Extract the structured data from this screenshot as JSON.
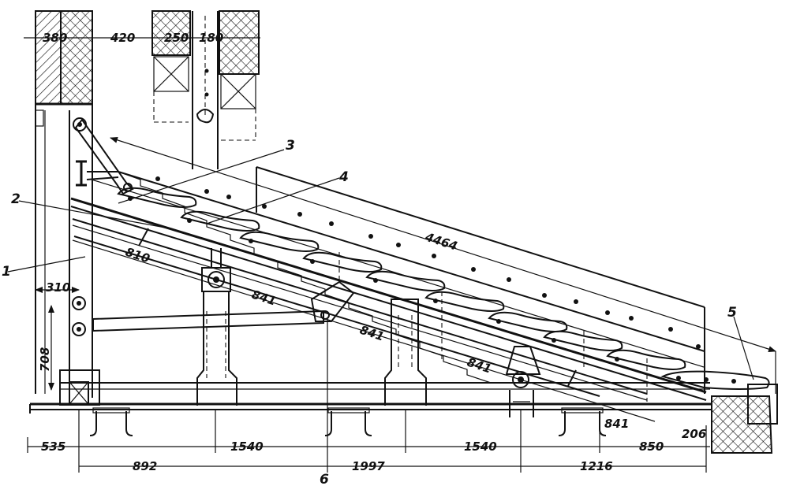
{
  "dimensions": {
    "top": [
      "380",
      "420",
      "250",
      "180"
    ],
    "slope": [
      "4464",
      "810",
      "841",
      "841",
      "841",
      "841"
    ],
    "left": [
      "310",
      "708"
    ],
    "bottom_upper": [
      "535",
      "1540",
      "1540",
      "850",
      "206"
    ],
    "bottom_lower": [
      "892",
      "1997",
      "1216"
    ]
  },
  "callouts": [
    "1",
    "2",
    "3",
    "4",
    "5",
    "6"
  ]
}
